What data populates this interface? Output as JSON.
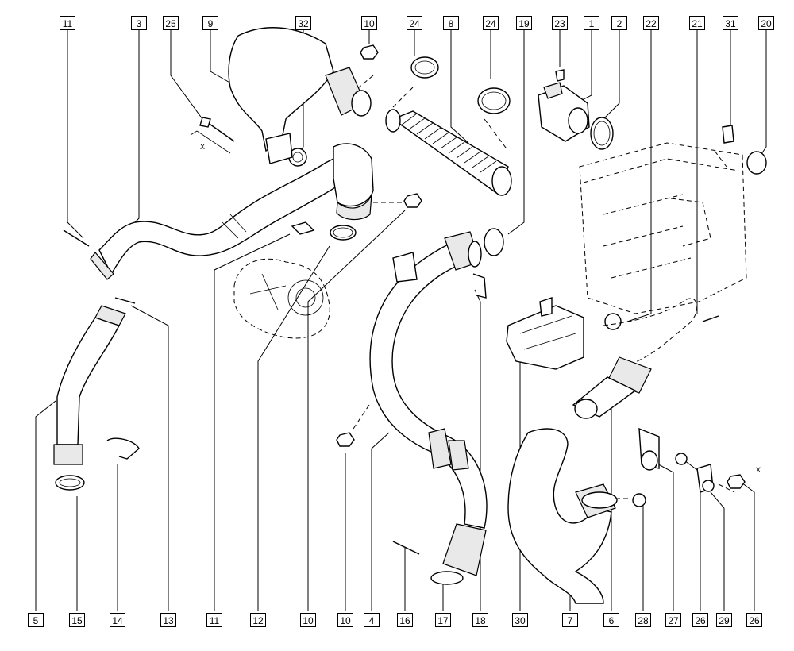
{
  "callouts_top": [
    "11",
    "3",
    "25",
    "9",
    "32",
    "10",
    "24",
    "8",
    "24",
    "19",
    "23",
    "1",
    "2",
    "22",
    "21",
    "31",
    "20"
  ],
  "callouts_bottom": [
    "5",
    "15",
    "14",
    "13",
    "11",
    "12",
    "10",
    "10",
    "4",
    "16",
    "17",
    "18",
    "30",
    "7",
    "6",
    "28",
    "27",
    "26",
    "29",
    "26"
  ],
  "dimension_marks": [
    "X",
    "X"
  ]
}
